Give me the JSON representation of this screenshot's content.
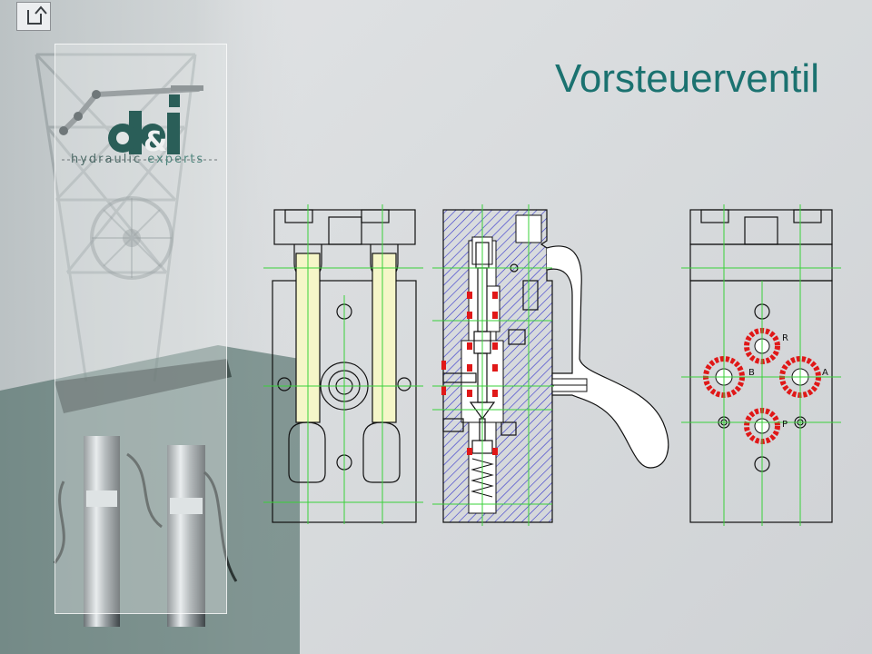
{
  "slide": {
    "title": "Vorsteuerventil"
  },
  "nav": {
    "return_icon": "return-arrow-icon"
  },
  "logo": {
    "name": "d&i",
    "tagline_part1": "hydraulic",
    "tagline_part2": "experts",
    "brand_color": "#2a5e58"
  },
  "drawing": {
    "port_labels": {
      "r": "R",
      "b": "B",
      "a": "A",
      "p": "P"
    }
  },
  "colors": {
    "title": "#1b7270",
    "centerline": "#39d13a",
    "port_ring": "#e01818",
    "section_hatch": "#3333cc",
    "outline": "#111111"
  }
}
